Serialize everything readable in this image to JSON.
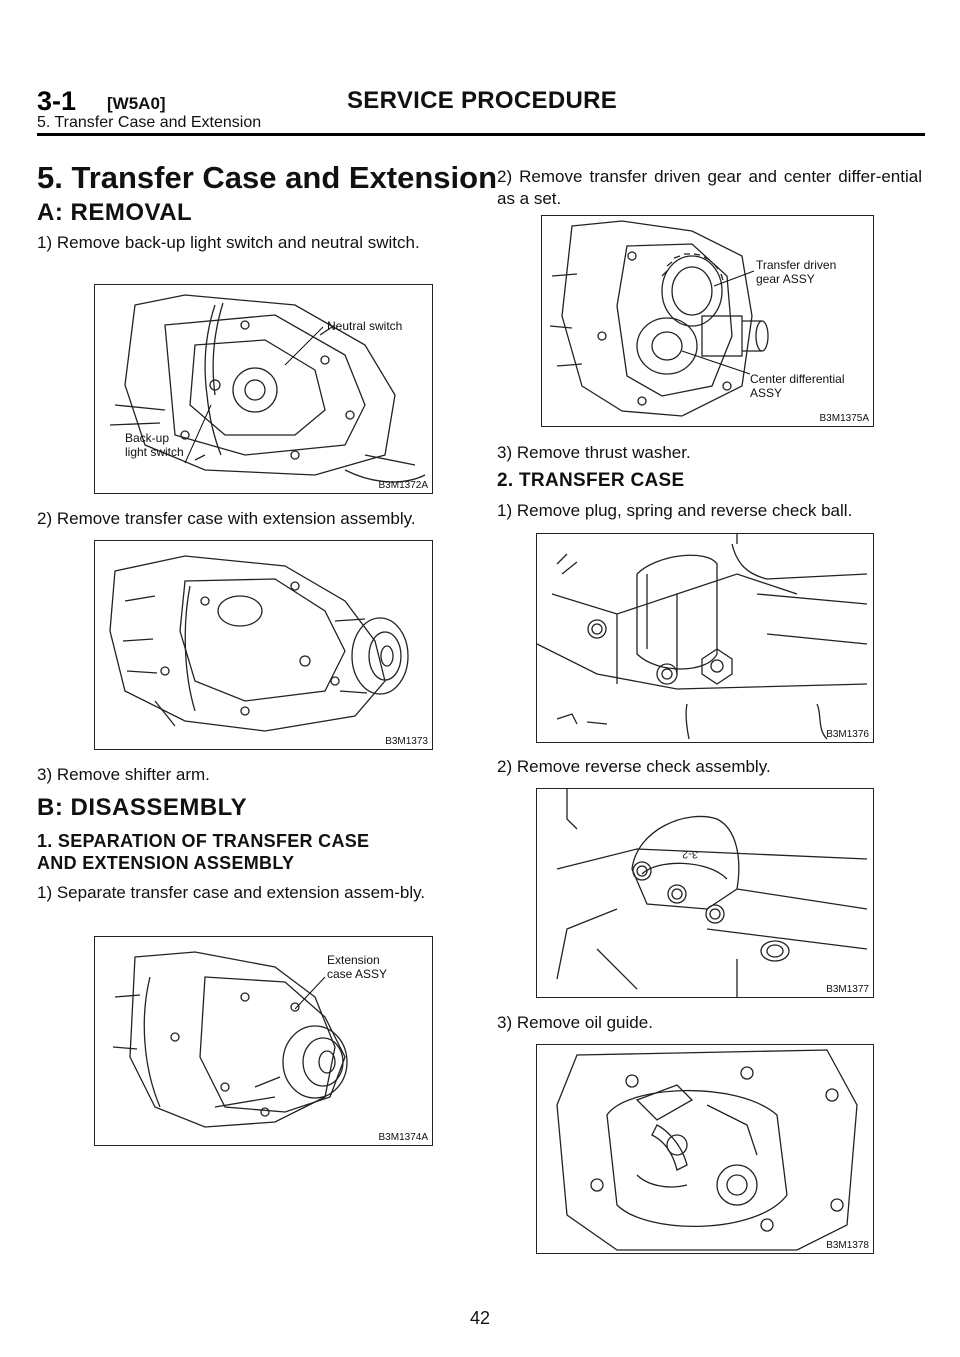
{
  "header": {
    "section": "3-1",
    "code": "[W5A0]",
    "title": "SERVICE PROCEDURE",
    "subtitle": "5. Transfer Case and Extension"
  },
  "left": {
    "title": "5. Transfer Case and Extension",
    "removal_heading": "A: REMOVAL",
    "step1": "1) Remove back-up light switch and neutral switch.",
    "fig1": {
      "caption": "B3M1372A",
      "label_neutral": "Neutral switch",
      "label_backup_1": "Back-up",
      "label_backup_2": "light switch"
    },
    "step2": "2) Remove transfer case with extension assembly.",
    "fig2": {
      "caption": "B3M1373"
    },
    "step3": "3) Remove shifter arm.",
    "disassembly_heading": "B: DISASSEMBLY",
    "sep_heading_1": "1. SEPARATION OF TRANSFER CASE",
    "sep_heading_2": "AND EXTENSION ASSEMBLY",
    "sep_step1": "1) Separate transfer case and extension assem-bly.",
    "fig3": {
      "caption": "B3M1374A",
      "label_1": "Extension",
      "label_2": "case ASSY"
    }
  },
  "right": {
    "step2": "2) Remove transfer driven gear and center differ-ential as a set.",
    "fig4": {
      "caption": "B3M1375A",
      "label_a1": "Transfer driven",
      "label_a2": "gear ASSY",
      "label_b1": "Center differential",
      "label_b2": "ASSY"
    },
    "step3": "3) Remove thrust washer.",
    "tc_heading": "2. TRANSFER CASE",
    "tc_step1": "1) Remove plug, spring and reverse check ball.",
    "fig5": {
      "caption": "B3M1376"
    },
    "tc_step2": "2) Remove reverse check assembly.",
    "fig6": {
      "caption": "B3M1377",
      "stamp": "3-2"
    },
    "tc_step3": "3) Remove oil guide.",
    "fig7": {
      "caption": "B3M1378"
    }
  },
  "page_number": "42"
}
